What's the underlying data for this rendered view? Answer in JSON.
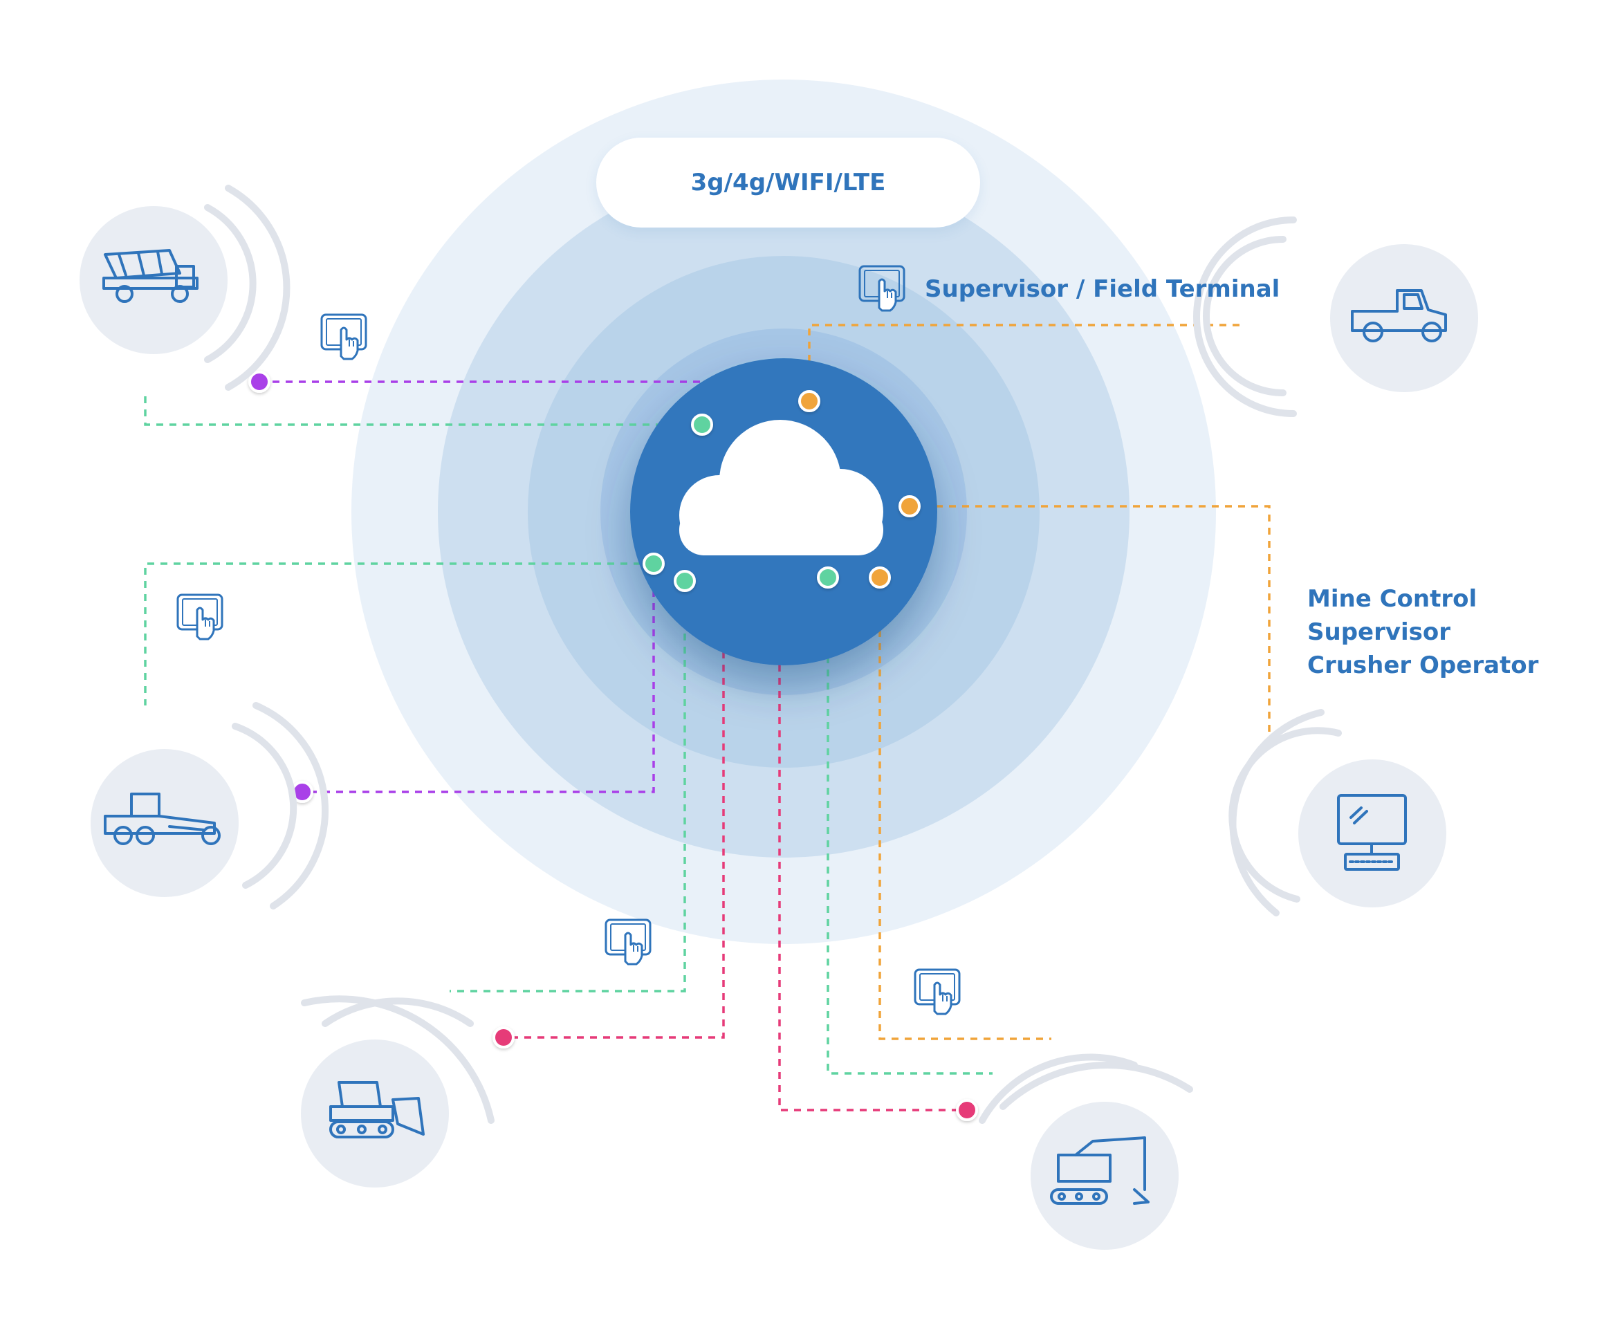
{
  "network_label": "3g/4g/WIFI/LTE",
  "terminal_label": "Supervisor / Field Terminal",
  "mine_control_lines": [
    "Mine Control",
    "Supervisor",
    "Crusher Operator"
  ],
  "colors": {
    "brand_blue": "#2f74bb",
    "purple": "#a93fe8",
    "green": "#5fd3a0",
    "orange": "#f0a43a",
    "pink": "#e63a78",
    "node_bg": "#e9edf3",
    "wave": "#dfe3ea"
  },
  "nodes": [
    {
      "id": "dump-truck",
      "icon": "dump-truck-icon"
    },
    {
      "id": "pickup-truck",
      "icon": "pickup-truck-icon"
    },
    {
      "id": "motor-grader",
      "icon": "motor-grader-icon"
    },
    {
      "id": "workstation",
      "icon": "desktop-computer-icon"
    },
    {
      "id": "bulldozer",
      "icon": "bulldozer-icon"
    },
    {
      "id": "excavator",
      "icon": "excavator-icon"
    }
  ],
  "connections": [
    {
      "color": "purple",
      "to": "dump-truck"
    },
    {
      "color": "green",
      "to": "dump-truck"
    },
    {
      "color": "orange",
      "to": "pickup-truck"
    },
    {
      "color": "orange",
      "to": "workstation"
    },
    {
      "color": "green",
      "to": "motor-grader"
    },
    {
      "color": "purple",
      "to": "motor-grader"
    },
    {
      "color": "green",
      "to": "bulldozer"
    },
    {
      "color": "pink",
      "to": "bulldozer"
    },
    {
      "color": "pink",
      "to": "excavator"
    },
    {
      "color": "green",
      "to": "excavator"
    },
    {
      "color": "orange",
      "to": "excavator"
    }
  ]
}
